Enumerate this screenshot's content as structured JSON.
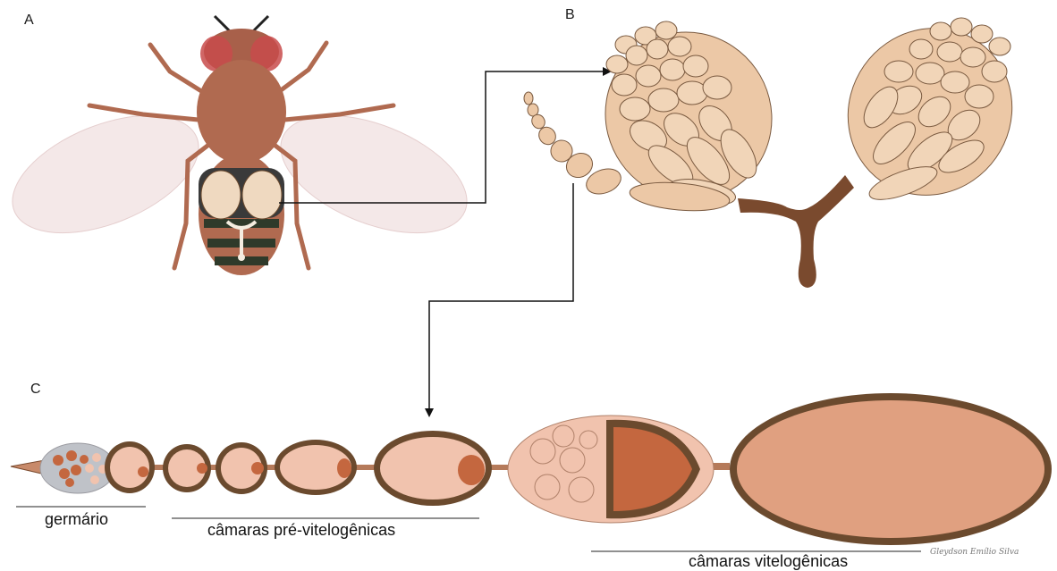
{
  "panels": {
    "a": "A",
    "b": "B",
    "c": "C"
  },
  "labels": {
    "germarium": "germário",
    "previtellogenic": "câmaras pré-vitelogênicas",
    "vitellogenic": "câmaras vitelogênicas"
  },
  "credit": "Gleydson Emílio Silva",
  "colors": {
    "fly_body": "#b06a50",
    "fly_eye": "#c84b4b",
    "wing": "#f3e6e6",
    "egg_chamber_fill": "#f1d3b8",
    "oocyte": "#c4673f",
    "follicle_border": "#6b4a2e",
    "vitellogenic_fill": "#e0a080",
    "ovariole_fill": "#ecc8a6",
    "ovary_stalk": "#7a4a2e"
  }
}
